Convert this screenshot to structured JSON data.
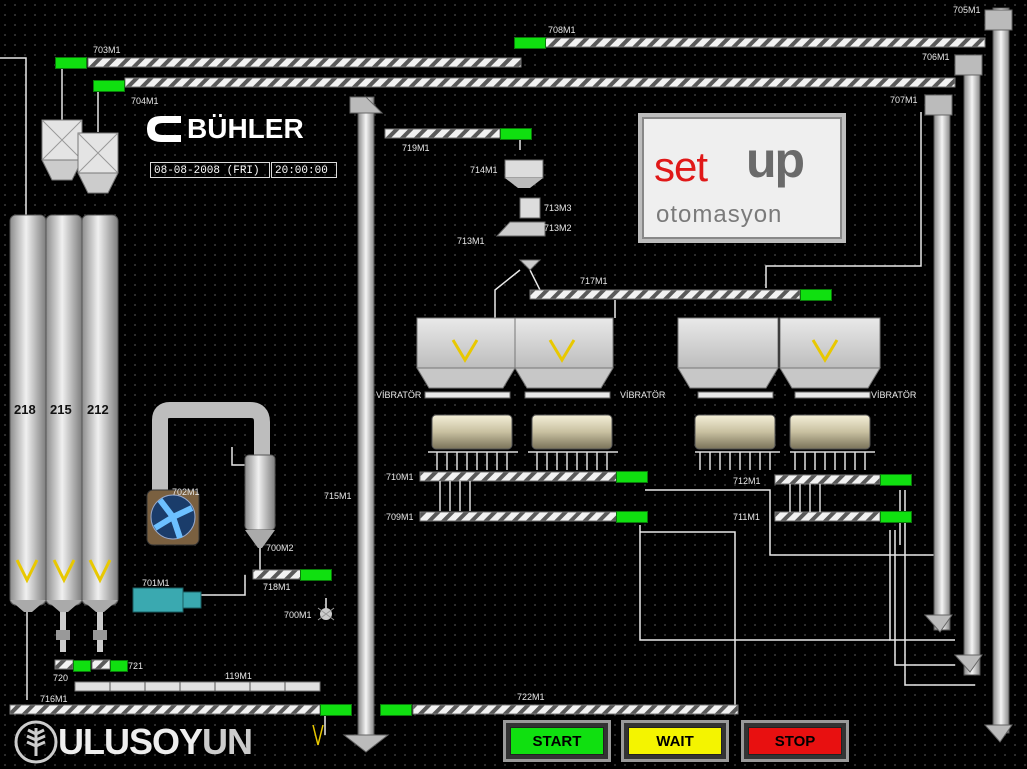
{
  "header": {
    "date": "08-08-2008 (FRI)",
    "time": "20:00:00"
  },
  "logos": {
    "buhler": "BÜHLER",
    "setup_a": "set",
    "setup_b": "up",
    "setup_c": "otomasyon",
    "ulusoy_a": "ULUSOY",
    "ulusoy_b": "UN"
  },
  "silos": [
    "218",
    "215",
    "212"
  ],
  "vibrator_label": "VİBRATÖR",
  "labels": {
    "m705": "705M1",
    "m708": "708M1",
    "m703": "703M1",
    "m706": "706M1",
    "m704": "704M1",
    "m707": "707M1",
    "m719": "719M1",
    "m714": "714M1",
    "m713m3": "713M3",
    "m713m2": "713M2",
    "m713m1": "713M1",
    "m717": "717M1",
    "m710": "710M1",
    "m709": "709M1",
    "m712": "712M1",
    "m711": "711M1",
    "m715": "715M1",
    "m702": "702M1",
    "m700m2": "700M2",
    "m701": "701M1",
    "m718": "718M1",
    "m700m1": "700M1",
    "m720": "720",
    "m721": "721",
    "m119": "119M1",
    "m716": "716M1",
    "m722": "722M1"
  },
  "buttons": {
    "start": "START",
    "wait": "WAIT",
    "stop": "STOP"
  },
  "colors": {
    "motor_on": "#10e010",
    "start": "#10e010",
    "wait": "#f4f400",
    "stop": "#e81010",
    "setup_red": "#e01818"
  }
}
